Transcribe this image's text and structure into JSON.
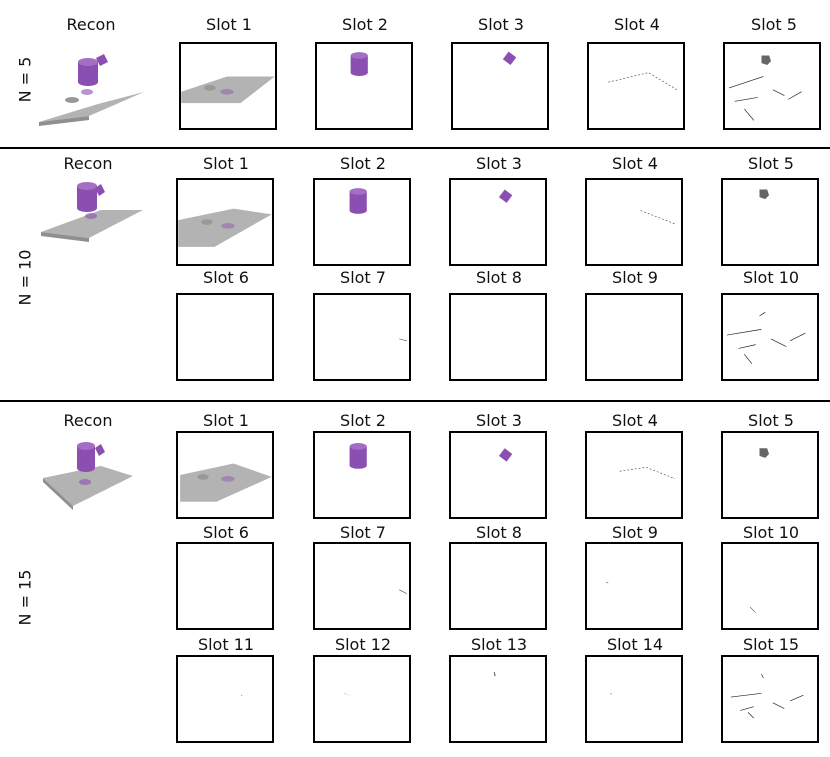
{
  "panels": [
    {
      "row_label": "N = 5",
      "recon_label": "Recon",
      "slots": [
        "Slot 1",
        "Slot 2",
        "Slot 3",
        "Slot 4",
        "Slot 5"
      ]
    },
    {
      "row_label": "N = 10",
      "recon_label": "Recon",
      "slots": [
        "Slot 1",
        "Slot 2",
        "Slot 3",
        "Slot 4",
        "Slot 5",
        "Slot 6",
        "Slot 7",
        "Slot 8",
        "Slot 9",
        "Slot 10"
      ]
    },
    {
      "row_label": "N = 15",
      "recon_label": "Recon",
      "slots": [
        "Slot 1",
        "Slot 2",
        "Slot 3",
        "Slot 4",
        "Slot 5",
        "Slot 6",
        "Slot 7",
        "Slot 8",
        "Slot 9",
        "Slot 10",
        "Slot 11",
        "Slot 12",
        "Slot 13",
        "Slot 14",
        "Slot 15"
      ]
    }
  ],
  "colors": {
    "object_purple": "#8a4fb0",
    "table_gray": "#b3b3b3",
    "gray_object": "#666666"
  }
}
